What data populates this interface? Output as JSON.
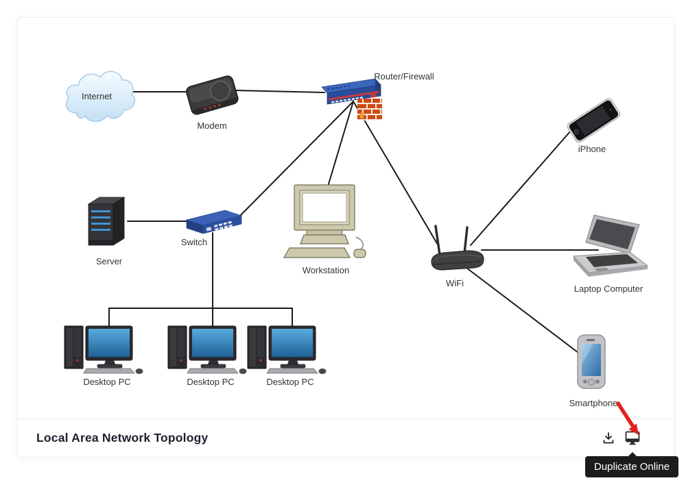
{
  "diagram": {
    "nodes": [
      {
        "id": "internet",
        "label": "Internet"
      },
      {
        "id": "modem",
        "label": "Modem"
      },
      {
        "id": "router",
        "label": "Router/Firewall"
      },
      {
        "id": "iphone",
        "label": "iPhone"
      },
      {
        "id": "server",
        "label": "Server"
      },
      {
        "id": "switch",
        "label": "Switch"
      },
      {
        "id": "workstation",
        "label": "Workstation"
      },
      {
        "id": "wifi",
        "label": "WiFi"
      },
      {
        "id": "laptop",
        "label": "Laptop Computer"
      },
      {
        "id": "desktop-pc-1",
        "label": "Desktop PC"
      },
      {
        "id": "desktop-pc-2",
        "label": "Desktop PC"
      },
      {
        "id": "desktop-pc-3",
        "label": "Desktop PC"
      },
      {
        "id": "smartphone",
        "label": "Smartphone"
      }
    ],
    "edges": [
      [
        "internet",
        "modem"
      ],
      [
        "modem",
        "router"
      ],
      [
        "router",
        "switch"
      ],
      [
        "router",
        "workstation"
      ],
      [
        "router",
        "wifi"
      ],
      [
        "switch",
        "server"
      ],
      [
        "switch",
        "desktop-pc-1"
      ],
      [
        "switch",
        "desktop-pc-2"
      ],
      [
        "switch",
        "desktop-pc-3"
      ],
      [
        "wifi",
        "iphone"
      ],
      [
        "wifi",
        "laptop"
      ],
      [
        "wifi",
        "smartphone"
      ]
    ]
  },
  "footer": {
    "title": "Local Area Network Topology",
    "icons": [
      {
        "name": "download-icon"
      },
      {
        "name": "duplicate-online-icon"
      }
    ]
  },
  "tooltip": {
    "label": "Duplicate Online"
  },
  "colors": {
    "line": "#1a1a1a",
    "accent_red": "#e6201f",
    "tooltip_bg": "#1c1c1c",
    "router_blue": "#2a4c9c",
    "switch_blue": "#2c4f9f",
    "monitor_screen_blue": "#2f7cb5",
    "workstation_beige": "#ccc9ad",
    "cloud_blue": "#cfe8f7",
    "brick_orange": "#cf4a16"
  }
}
